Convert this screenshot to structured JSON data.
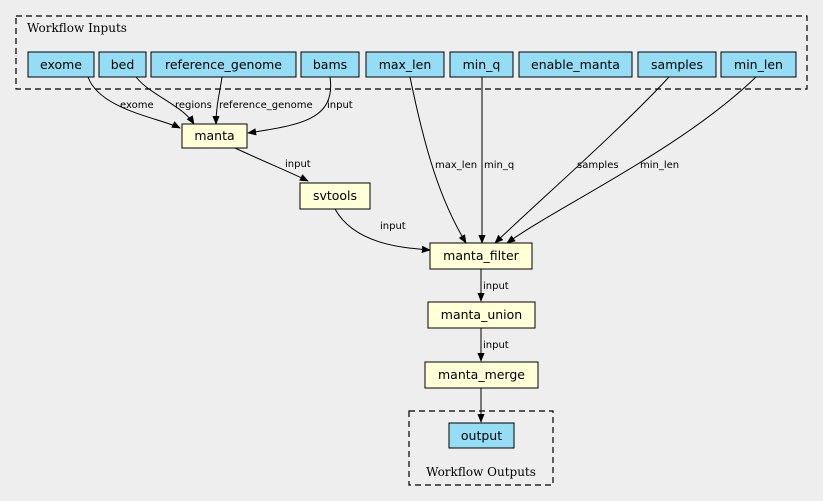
{
  "colors": {
    "background": "#eeeeee",
    "input_node": "#94ddf4",
    "step_node": "#ffffd8",
    "output_node": "#94ddf4",
    "line": "#000000"
  },
  "clusters": {
    "inputs": {
      "label": "Workflow Inputs"
    },
    "outputs": {
      "label": "Workflow Outputs"
    }
  },
  "nodes": {
    "exome": {
      "label": "exome",
      "kind": "input"
    },
    "bed": {
      "label": "bed",
      "kind": "input"
    },
    "reference_genome": {
      "label": "reference_genome",
      "kind": "input"
    },
    "bams": {
      "label": "bams",
      "kind": "input"
    },
    "max_len": {
      "label": "max_len",
      "kind": "input"
    },
    "min_q": {
      "label": "min_q",
      "kind": "input"
    },
    "enable_manta": {
      "label": "enable_manta",
      "kind": "input"
    },
    "samples": {
      "label": "samples",
      "kind": "input"
    },
    "min_len": {
      "label": "min_len",
      "kind": "input"
    },
    "manta": {
      "label": "manta",
      "kind": "step"
    },
    "svtools": {
      "label": "svtools",
      "kind": "step"
    },
    "manta_filter": {
      "label": "manta_filter",
      "kind": "step"
    },
    "manta_union": {
      "label": "manta_union",
      "kind": "step"
    },
    "manta_merge": {
      "label": "manta_merge",
      "kind": "step"
    },
    "output": {
      "label": "output",
      "kind": "output"
    }
  },
  "edges": [
    {
      "from": "exome",
      "to": "manta",
      "label": "exome"
    },
    {
      "from": "bed",
      "to": "manta",
      "label": "regions"
    },
    {
      "from": "reference_genome",
      "to": "manta",
      "label": "reference_genome"
    },
    {
      "from": "bams",
      "to": "manta",
      "label": "input"
    },
    {
      "from": "manta",
      "to": "svtools",
      "label": "input"
    },
    {
      "from": "svtools",
      "to": "manta_filter",
      "label": "input"
    },
    {
      "from": "max_len",
      "to": "manta_filter",
      "label": "max_len"
    },
    {
      "from": "min_q",
      "to": "manta_filter",
      "label": "min_q"
    },
    {
      "from": "samples",
      "to": "manta_filter",
      "label": "samples"
    },
    {
      "from": "min_len",
      "to": "manta_filter",
      "label": "min_len"
    },
    {
      "from": "manta_filter",
      "to": "manta_union",
      "label": "input"
    },
    {
      "from": "manta_union",
      "to": "manta_merge",
      "label": "input"
    },
    {
      "from": "manta_merge",
      "to": "output",
      "label": ""
    }
  ]
}
